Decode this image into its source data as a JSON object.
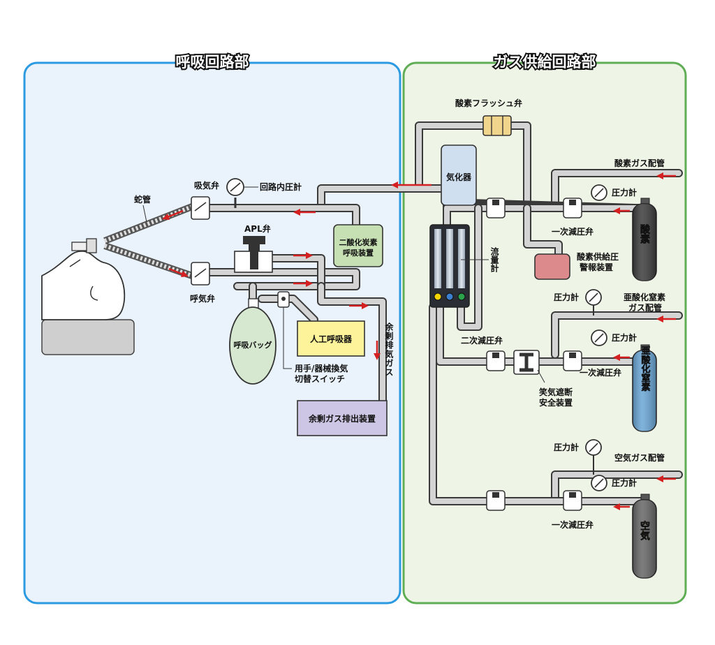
{
  "sections": {
    "breathing": "呼吸回路部",
    "gas": "ガス供給回路部"
  },
  "labels": {
    "corrugated_tube": "蛇管",
    "inspiratory_valve": "吸気弁",
    "circuit_pressure_gauge": "回路内圧計",
    "apl_valve": "APL弁",
    "expiratory_valve": "呼気弁",
    "co2_absorber": "二酸化炭素\n呼吸装置",
    "breathing_bag": "呼吸バッグ",
    "ventilator": "人工呼吸器",
    "manual_switch": "用手/器械換気\n切替スイッチ",
    "excess_gas_vertical": "余剰排気ガス",
    "excess_gas_device": "余剰ガス排出装置",
    "oxygen_flush": "酸素フラッシュ弁",
    "vaporizer": "気化器",
    "flowmeter": "流量計",
    "oxygen_pipe": "酸素ガス配管",
    "pressure_gauge": "圧力計",
    "primary_regulator": "一次減圧弁",
    "oxygen_alarm": "酸素供給圧\n警報装置",
    "n2o_pipe": "亜酸化窒素\nガス配管",
    "secondary_regulator": "二次減圧弁",
    "n2o_cutoff": "笑気遮断\n安全装置",
    "air_pipe": "空気ガス配管",
    "cyl_oxygen": "酸素",
    "cyl_n2o": "亜酸化窒素",
    "cyl_air": "空気"
  },
  "colors": {
    "breathing_bg": "#eaf3fb",
    "breathing_border": "#2b9ae0",
    "gas_bg": "#eef4e6",
    "gas_border": "#5fae55",
    "co2_fill": "#c6e0b4",
    "bag_fill": "#d6e8cf",
    "ventilator_fill": "#fdf39a",
    "excess_fill": "#cdc6e4",
    "vaporizer_fill": "#cfdff0",
    "alarm_fill": "#dd8a8c",
    "oxygen_cyl": "#3c3c3c",
    "n2o_cyl": "#6aa6d6",
    "air_cyl": "#666666",
    "flow_arrow": "#d42020"
  }
}
